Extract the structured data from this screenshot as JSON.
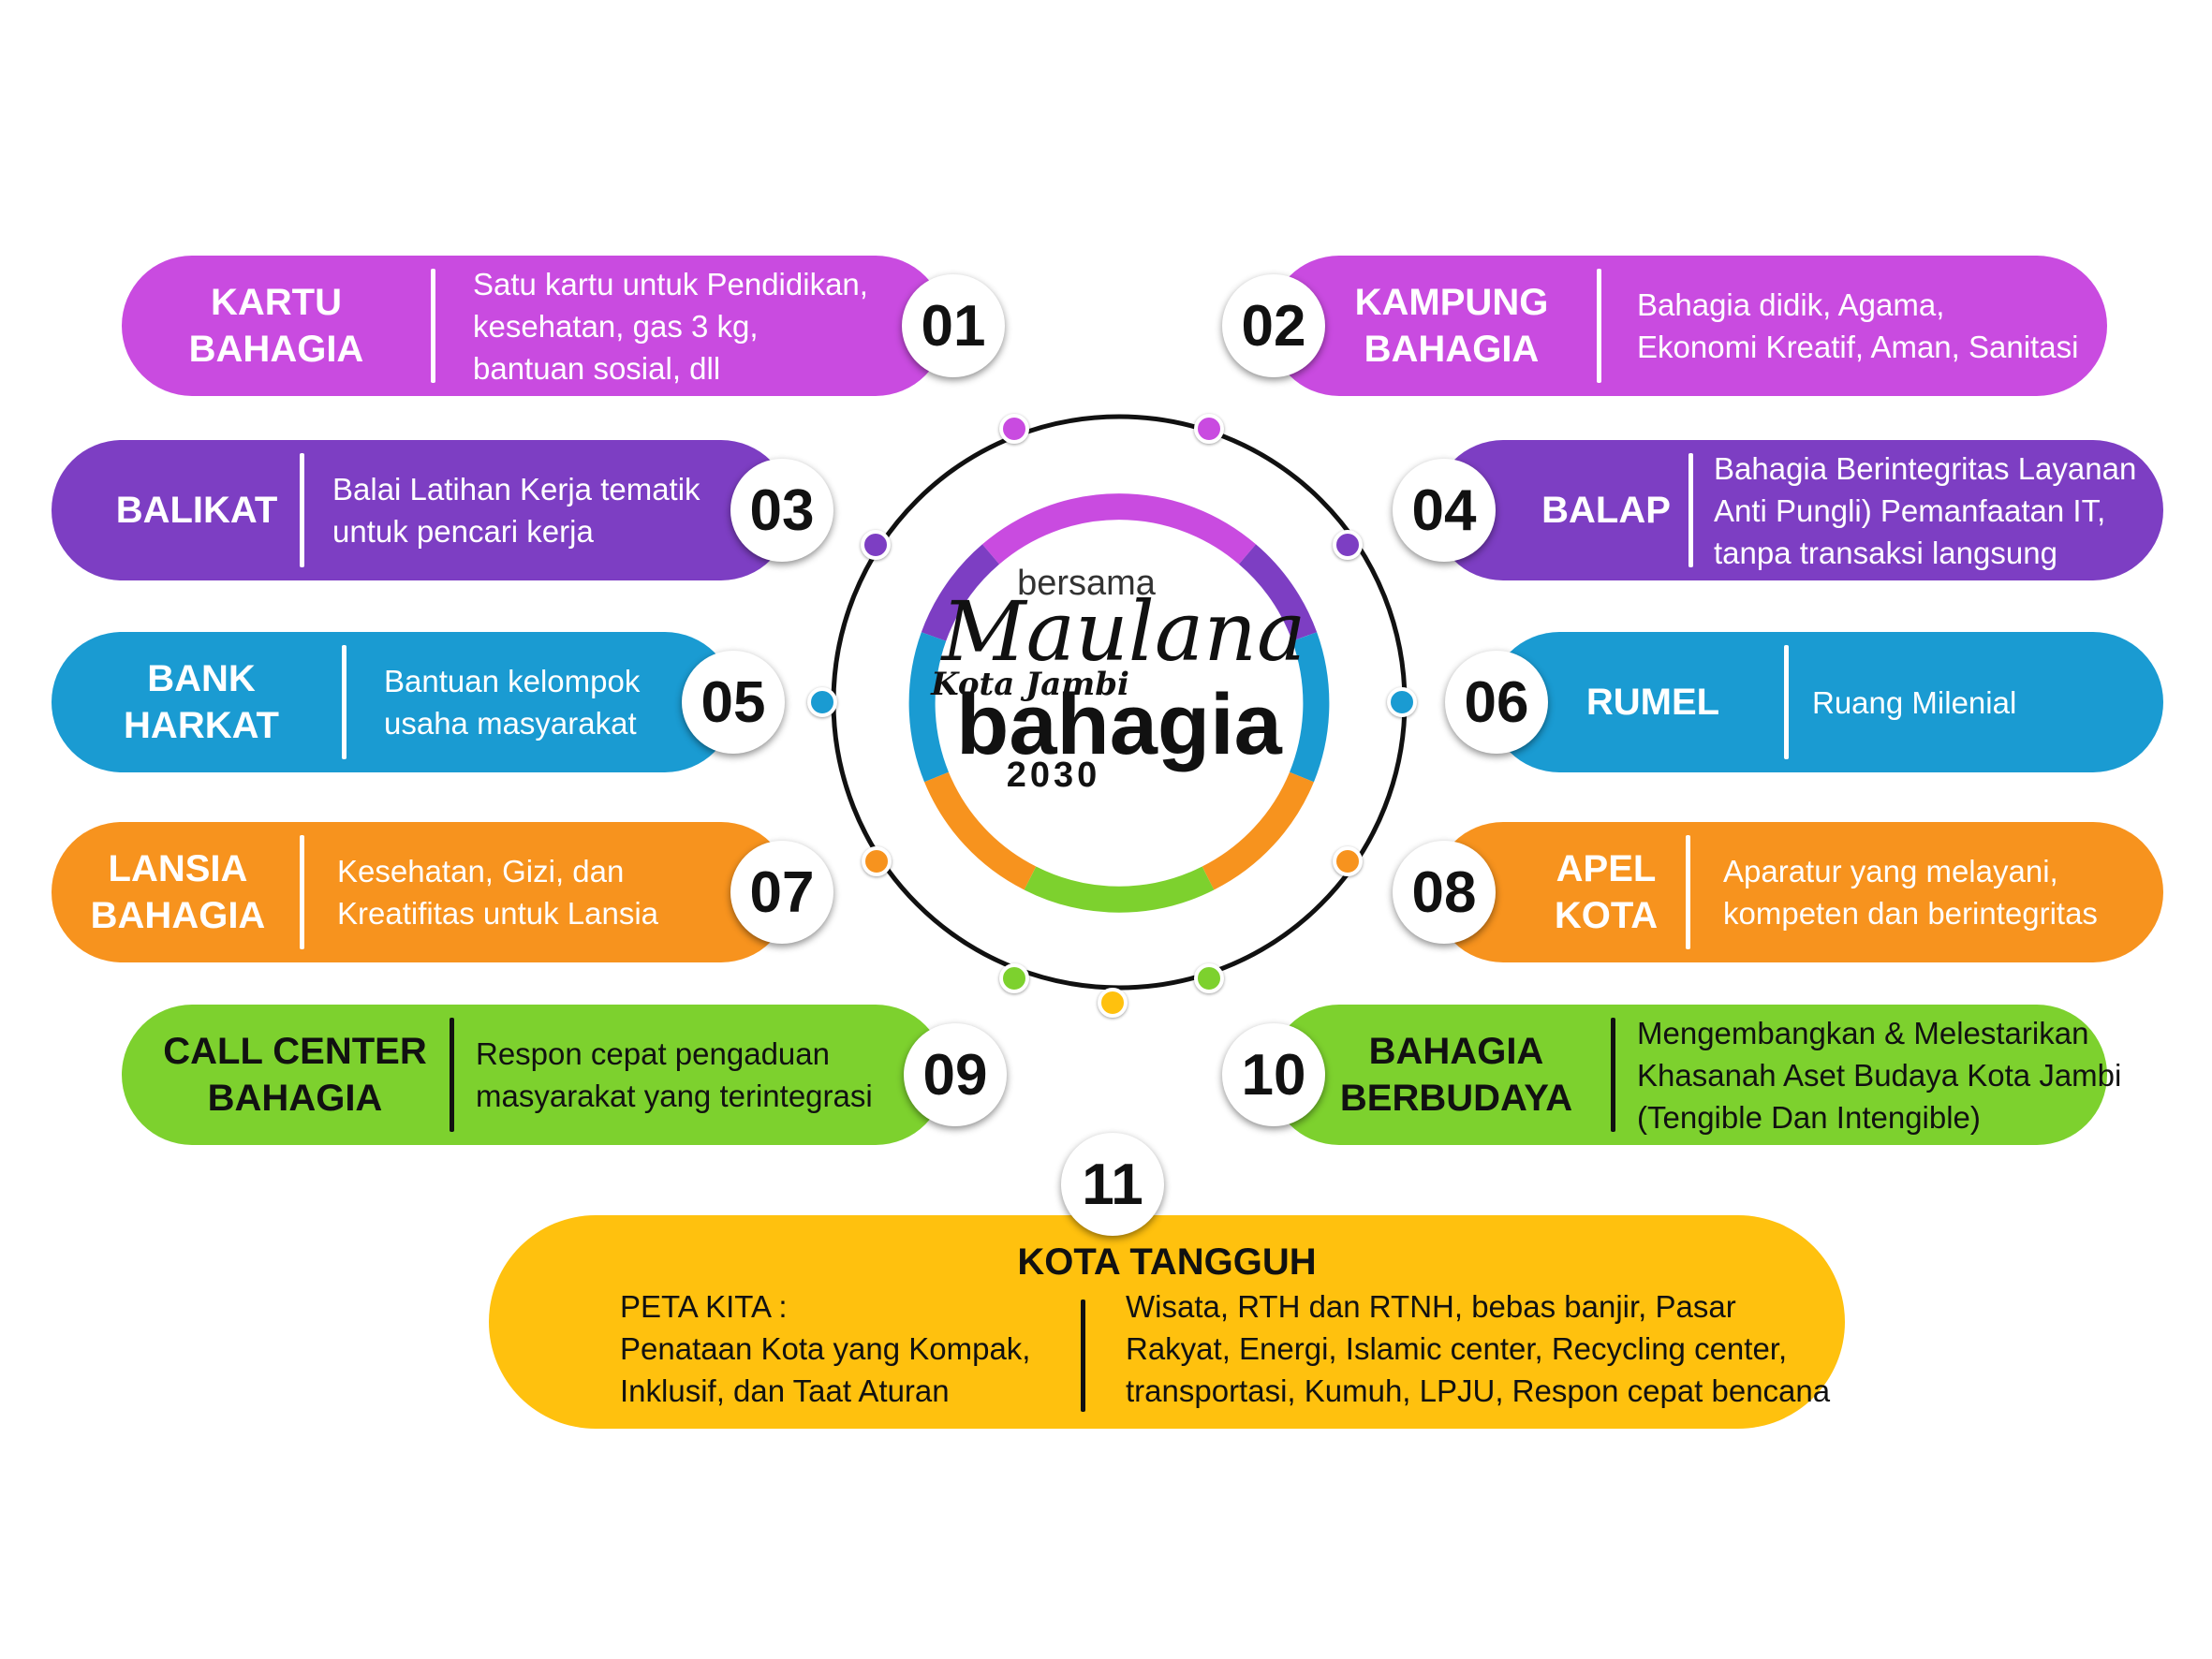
{
  "colors": {
    "magenta": "#C94BE0",
    "purple": "#7D3EC3",
    "blue": "#1A9BD2",
    "orange": "#F7931E",
    "green": "#7DD12E",
    "yellow": "#FFC10E",
    "ring": "#111111"
  },
  "logo": {
    "line1": "bersama",
    "line2": "Maulana",
    "line3": "Kota Jambi",
    "line4": "bahagia",
    "line5": "2030"
  },
  "items": [
    {
      "num": "01",
      "title": [
        "KARTU",
        "BAHAGIA"
      ],
      "desc": [
        "Satu kartu untuk Pendidikan,",
        "kesehatan, gas 3 kg,",
        "bantuan sosial, dll"
      ]
    },
    {
      "num": "02",
      "title": [
        "KAMPUNG",
        "BAHAGIA"
      ],
      "desc": [
        "Bahagia didik, Agama,",
        "Ekonomi Kreatif, Aman, Sanitasi"
      ]
    },
    {
      "num": "03",
      "title": [
        "BALIKAT"
      ],
      "desc": [
        "Balai Latihan Kerja tematik",
        "untuk pencari kerja"
      ]
    },
    {
      "num": "04",
      "title": [
        "BALAP"
      ],
      "desc": [
        "Bahagia Berintegritas Layanan",
        "Anti Pungli) Pemanfaatan IT,",
        "tanpa transaksi langsung"
      ]
    },
    {
      "num": "05",
      "title": [
        "BANK",
        "HARKAT"
      ],
      "desc": [
        "Bantuan kelompok",
        "usaha masyarakat"
      ]
    },
    {
      "num": "06",
      "title": [
        "RUMEL"
      ],
      "desc": [
        "Ruang Milenial"
      ]
    },
    {
      "num": "07",
      "title": [
        "LANSIA",
        "BAHAGIA"
      ],
      "desc": [
        "Kesehatan, Gizi, dan",
        "Kreatifitas untuk Lansia"
      ]
    },
    {
      "num": "08",
      "title": [
        "APEL",
        "KOTA"
      ],
      "desc": [
        "Aparatur yang melayani,",
        "kompeten dan berintegritas"
      ]
    },
    {
      "num": "09",
      "title": [
        "CALL CENTER",
        "BAHAGIA"
      ],
      "desc": [
        "Respon cepat pengaduan",
        "masyarakat yang terintegrasi"
      ]
    },
    {
      "num": "10",
      "title": [
        "BAHAGIA",
        "BERBUDAYA"
      ],
      "desc": [
        "Mengembangkan & Melestarikan",
        "Khasanah Aset Budaya Kota Jambi",
        "(Tengible Dan Intengible)"
      ]
    }
  ],
  "item11": {
    "num": "11",
    "title": "KOTA TANGGUH",
    "left": [
      "PETA KITA :",
      "Penataan Kota yang Kompak,",
      "Inklusif, dan Taat Aturan"
    ],
    "right": [
      "Wisata, RTH dan RTNH, bebas banjir, Pasar",
      "Rakyat, Energi, Islamic center, Recycling center,",
      "transportasi, Kumuh, LPJU, Respon cepat bencana"
    ]
  }
}
